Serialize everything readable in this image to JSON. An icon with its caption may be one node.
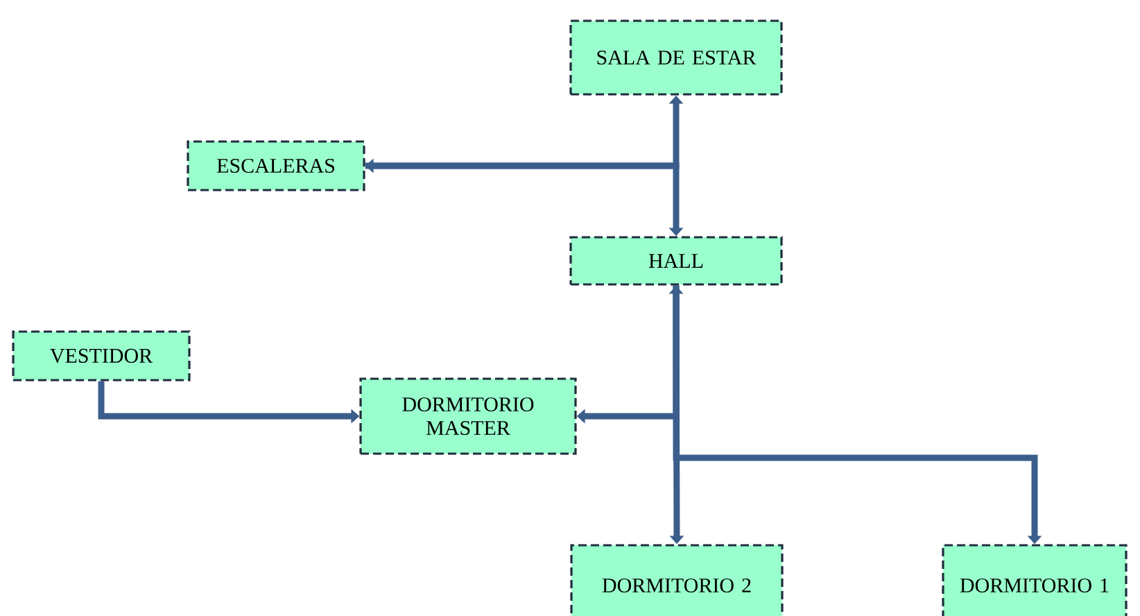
{
  "diagram": {
    "nodes": [
      {
        "text": [
          "SALA DE ESTAR"
        ]
      },
      {
        "text": [
          "ESCALERAS"
        ]
      },
      {
        "text": [
          "HALL"
        ]
      },
      {
        "text": [
          "VESTIDOR"
        ]
      },
      {
        "text": [
          "DORMITORIO MASTER"
        ]
      },
      {
        "text": [
          "DORMITORIO 2"
        ]
      },
      {
        "text": [
          "DORMITORIO 1"
        ]
      }
    ],
    "edges": [
      {
        "from": 1,
        "to": 0,
        "arrow": "to"
      },
      {
        "from": 1,
        "to": 2,
        "arrow": "both"
      },
      {
        "from": 2,
        "to": 5,
        "arrow": "both"
      },
      {
        "from": 2,
        "to": 4,
        "arrow": "to"
      },
      {
        "from": 2,
        "to": 6,
        "arrow": "to"
      },
      {
        "from": 3,
        "to": 4,
        "arrow": "to"
      }
    ]
  }
}
